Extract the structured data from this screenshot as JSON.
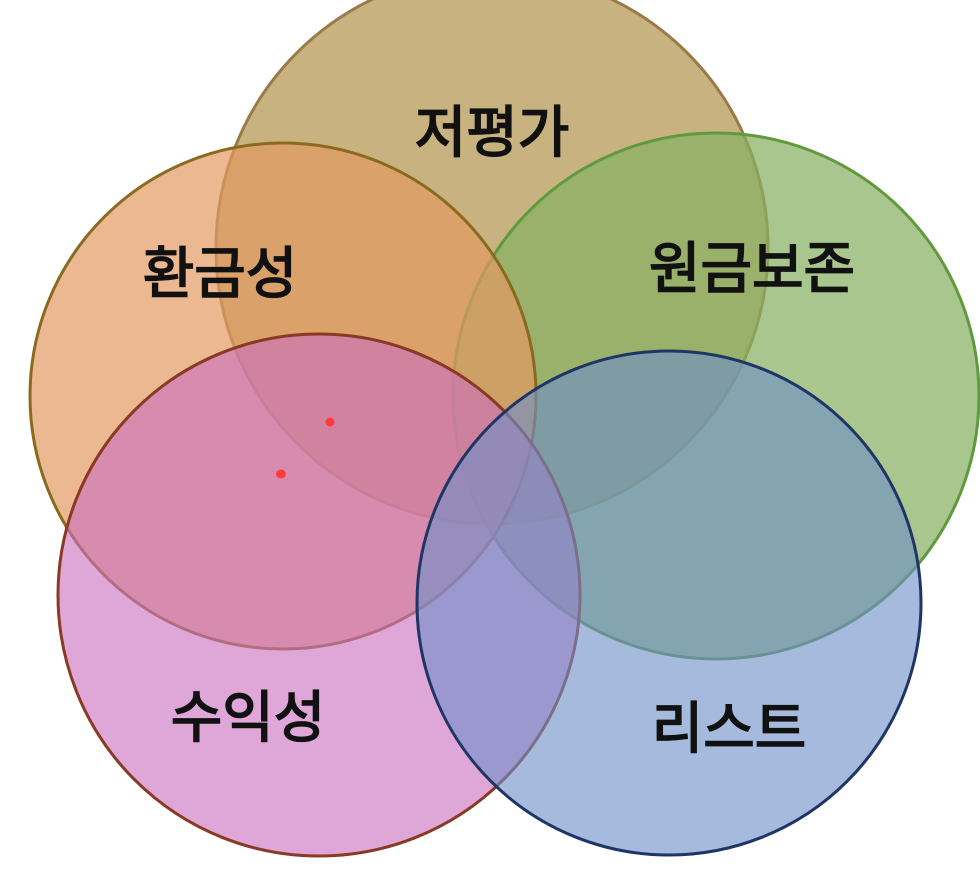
{
  "diagram": {
    "type": "venn",
    "circles": [
      {
        "key": "undervalued",
        "label": "저평가",
        "fill": "#b59a55",
        "stroke": "#9a7a48",
        "opacity": 0.75
      },
      {
        "key": "principal",
        "label": "원금보존",
        "fill": "#86b062",
        "stroke": "#5f9a3c",
        "opacity": 0.72
      },
      {
        "key": "liquidity",
        "label": "환금성",
        "fill": "#e39a62",
        "stroke": "#8a6a1e",
        "opacity": 0.7
      },
      {
        "key": "return",
        "label": "수익성",
        "fill": "#cc6fc0",
        "stroke": "#8a3a24",
        "opacity": 0.62
      },
      {
        "key": "risk",
        "label": "리스트",
        "fill": "#6f8fc8",
        "stroke": "#1e3566",
        "opacity": 0.62
      }
    ],
    "marker_color": "#ff3b3b"
  }
}
